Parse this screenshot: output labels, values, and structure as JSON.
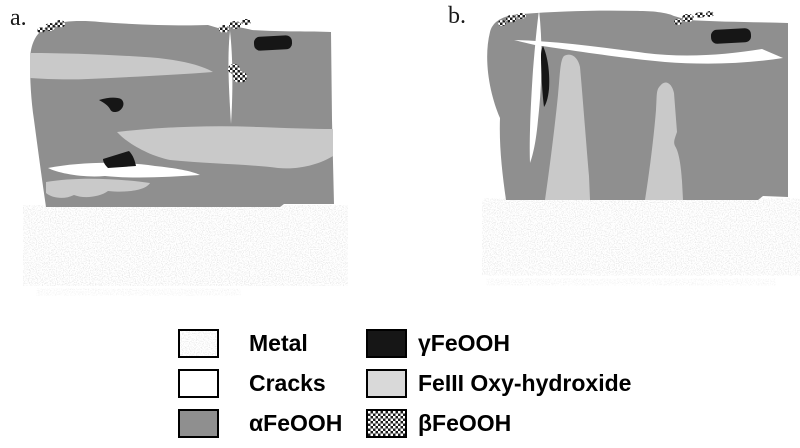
{
  "figure": {
    "background": "#ffffff",
    "description_labels": {
      "a": "a.",
      "b": "b."
    }
  },
  "colors": {
    "alpha_feooh": "#8f8f8f",
    "feiii_oxyhydroxide": "#c9c9c9",
    "feiii_swatch": "#d9d9d9",
    "gamma_feooh": "#161616",
    "crack_white": "#ffffff",
    "metal_base": "#ffffff",
    "metal_speckle": "#d2d2d2",
    "beta_dark": "#1c1c1c",
    "beta_light": "#ffffff",
    "swatch_border": "#000000",
    "text": "#000000"
  },
  "legend": {
    "columns": [
      {
        "items": [
          {
            "id": "metal",
            "label": "Metal"
          },
          {
            "id": "cracks",
            "label": "Cracks"
          },
          {
            "id": "alpha",
            "label": "αFeOOH"
          }
        ]
      },
      {
        "items": [
          {
            "id": "gamma",
            "label": "γFeOOH"
          },
          {
            "id": "feiii",
            "label": "FeIII Oxy-hydroxide"
          },
          {
            "id": "beta",
            "label": "βFeOOH"
          }
        ]
      }
    ]
  }
}
